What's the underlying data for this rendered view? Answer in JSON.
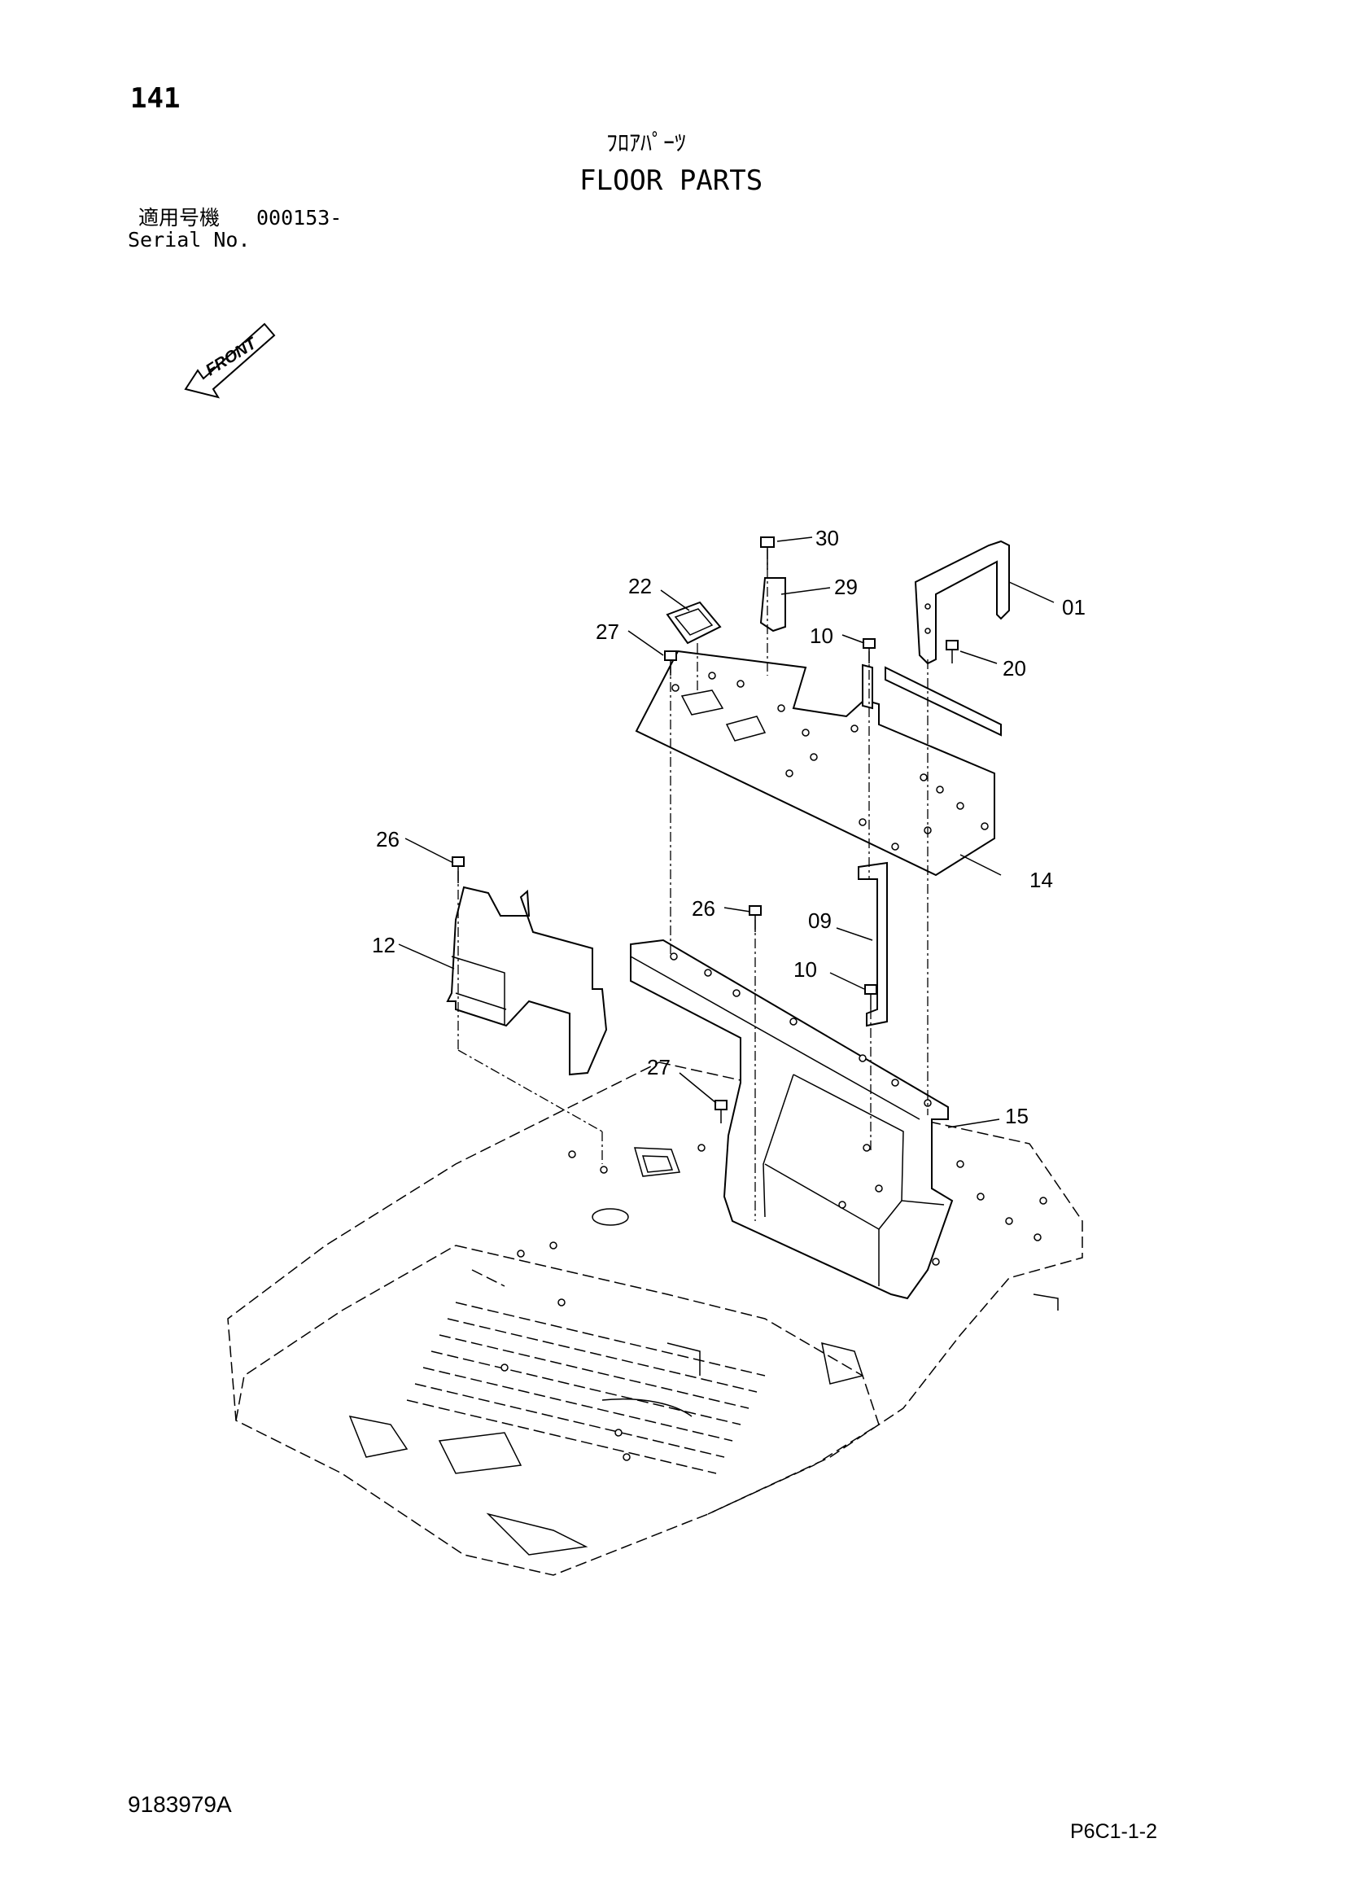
{
  "page_number": "141",
  "title_jp": "ﾌﾛｱﾊﾟｰﾂ",
  "title_en": "FLOOR PARTS",
  "serial_label_jp": "適用号機",
  "serial_value": "000153-",
  "serial_label_en": "Serial No.",
  "front_label": "FRONT",
  "callouts": [
    "30",
    "22",
    "29",
    "01",
    "27",
    "10",
    "20",
    "26",
    "14",
    "12",
    "26",
    "09",
    "10",
    "27",
    "15"
  ],
  "drawing_number": "9183979A",
  "page_code": "P6C1-1-2",
  "colors": {
    "ink": "#000000",
    "paper": "#ffffff"
  }
}
